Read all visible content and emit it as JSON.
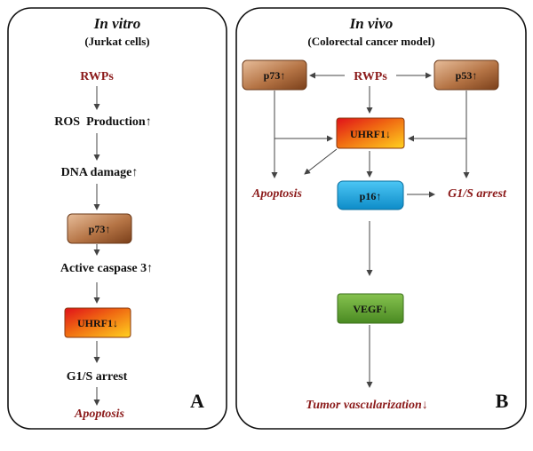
{
  "panelA": {
    "title": "In vitro",
    "subtitle": "(Jurkat cells)",
    "steps": [
      "RWPs",
      "ROS  Production↑",
      "DNA damage↑",
      "p73↑",
      "Active caspase 3↑",
      "UHRF1↓",
      "G1/S arrest",
      "Apoptosis"
    ],
    "letter": "A"
  },
  "panelB": {
    "title": "In vivo",
    "subtitle": "(Colorectal cancer model)",
    "rwps": "RWPs",
    "p73": "p73↑",
    "p53": "p53↑",
    "uhrf1": "UHRF1↓",
    "p16": "p16↑",
    "vegf": "VEGF↓",
    "apoptosis": "Apoptosis",
    "g1s": "G1/S arrest",
    "tumor": "Tumor vascularization↓",
    "letter": "B"
  },
  "colors": {
    "brown_top": "#e0b08a",
    "brown_bottom": "#8a4b22",
    "red_text": "#8b1a1a",
    "blue": "#1aa3e0",
    "green": "#5aa02c"
  }
}
